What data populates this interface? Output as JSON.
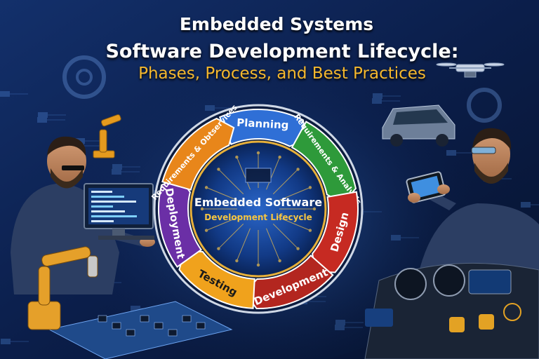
{
  "header": {
    "line1": "Embedded Systems",
    "line2": "Software Development Lifecycle:",
    "line3": "Phases, Process, and Best Practices"
  },
  "cycle": {
    "center_title": "Embedded Software",
    "center_subtitle": "Development Lifecycle",
    "phases": [
      {
        "label": "Planning",
        "color": "#2f6fd6",
        "text_color": "#ffffff"
      },
      {
        "label": "Requirements & Analysis",
        "color": "#2e9a3a",
        "text_color": "#ffffff"
      },
      {
        "label": "Design",
        "color": "#c62a22",
        "text_color": "#ffffff"
      },
      {
        "label": "Development",
        "color": "#b3261f",
        "text_color": "#ffffff"
      },
      {
        "label": "Testing",
        "color": "#f0a21c",
        "text_color": "#1a1a1a"
      },
      {
        "label": "Deployment",
        "color": "#6b2fa6",
        "text_color": "#ffffff"
      },
      {
        "label": "Requirements & Obtservices",
        "color": "#e8861a",
        "text_color": "#ffffff"
      }
    ]
  },
  "colors": {
    "background": "#0a1a3d",
    "title_accent": "#f5b82e",
    "center_text": "#ffffff",
    "center_subtext": "#f5c542"
  },
  "icons": [
    "gear-icon",
    "drone-icon",
    "robot-arm-icon",
    "car-icon",
    "tablet-icon",
    "monitor-icon",
    "circuit-board-icon",
    "dashboard-icon"
  ]
}
